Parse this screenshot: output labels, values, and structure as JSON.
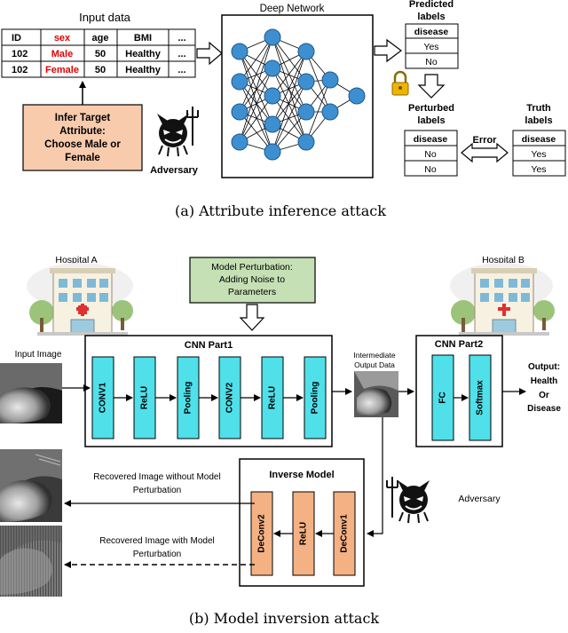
{
  "attack_a": {
    "input_data_title": "Input data",
    "table_headers": [
      "ID",
      "sex",
      "age",
      "BMI",
      "..."
    ],
    "table_rows": [
      [
        "102",
        "Male",
        "50",
        "Healthy",
        "..."
      ],
      [
        "102",
        "Female",
        "50",
        "Healthy",
        "..."
      ]
    ],
    "infer_box": [
      "Infer Target",
      "Attribute:",
      "Choose Male or",
      "Female"
    ],
    "adversary_label": "Adversary",
    "deep_network_title": "Deep Network",
    "predicted_title": [
      "Predicted",
      "labels"
    ],
    "predicted_table": [
      "disease",
      "Yes",
      "No"
    ],
    "perturbed_title": [
      "Perturbed",
      "labels"
    ],
    "perturbed_table": [
      "disease",
      "No",
      "No"
    ],
    "error_label": "Error",
    "truth_title": [
      "Truth",
      "labels"
    ],
    "truth_table": [
      "disease",
      "Yes",
      "Yes"
    ],
    "caption": "(a) Attribute inference attack"
  },
  "attack_b": {
    "hospital_a": "Hospital A",
    "hospital_b": "Hospital B",
    "perturbation_box": [
      "Model Perturbation:",
      "Adding Noise to",
      "Parameters"
    ],
    "input_image_label": "Input Image",
    "cnn_part1_title": "CNN Part1",
    "cnn_part1_layers": [
      "CONV1",
      "ReLU",
      "Pooling",
      "CONV2",
      "ReLU",
      "Pooling"
    ],
    "intermediate_label": [
      "Intermediate",
      "Output Data"
    ],
    "cnn_part2_title": "CNN Part2",
    "cnn_part2_layers": [
      "FC",
      "Softmax"
    ],
    "output_label": [
      "Output:",
      "Health",
      "Or",
      "Disease"
    ],
    "inverse_model_title": "Inverse Model",
    "inverse_layers": [
      "DeConv2",
      "ReLU",
      "DeConv1"
    ],
    "recovered_without": [
      "Recovered Image without Model",
      "Perturbation"
    ],
    "recovered_with": [
      "Recovered Image with Model",
      "Perturbation"
    ],
    "adversary_label": "Adversary",
    "caption": "(b) Model inversion attack"
  },
  "colors": {
    "infer_fill": "#f8cbad",
    "perturb_fill": "#c5e0b4",
    "cnn_layer_fill": "#4fe0ea",
    "deconv_fill": "#f4b183",
    "neuron_fill": "#3d8fd0",
    "attr_red": "#e00000"
  }
}
